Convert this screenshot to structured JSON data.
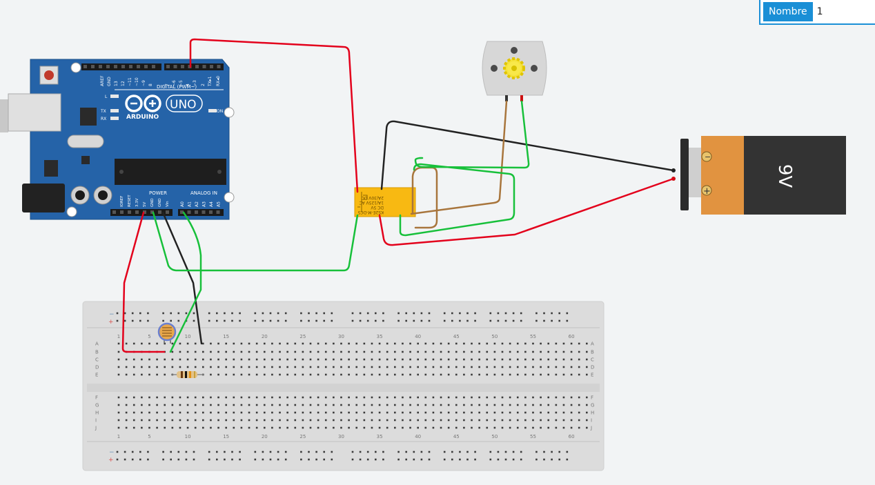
{
  "toolbar": {
    "name_label": "Nombre",
    "name_value": "1"
  },
  "arduino": {
    "brand": "ARDUINO",
    "model": "UNO",
    "digital_header": "DIGITAL (PWM~)",
    "power_header": "POWER",
    "analog_header": "ANALOG IN",
    "on_label": "ON",
    "led_labels": [
      "L",
      "TX",
      "RX"
    ],
    "digital_pins": [
      "AREF",
      "GND",
      "13",
      "12",
      "~11",
      "~10",
      "~9",
      "8",
      "7",
      "~6",
      "~5",
      "4",
      "~3",
      "2",
      "TX▸1",
      "RX◂0"
    ],
    "power_pins": [
      "IOREF",
      "RESET",
      "3.3V",
      "5V",
      "GND",
      "GND",
      "Vin"
    ],
    "analog_pins": [
      "A0",
      "A1",
      "A2",
      "A3",
      "A4",
      "A5"
    ]
  },
  "relay": {
    "lines": [
      "KS2E-M-DC5",
      "DC 5V",
      "1A/125V AC",
      "2A/30V DC"
    ]
  },
  "battery": {
    "label": "9V",
    "minus": "−",
    "plus": "+"
  },
  "breadboard": {
    "columns": [
      "1",
      "5",
      "10",
      "15",
      "20",
      "25",
      "30",
      "35",
      "40",
      "45",
      "50",
      "55",
      "60"
    ],
    "rows_top": [
      "A",
      "B",
      "C",
      "D",
      "E"
    ],
    "rows_bottom": [
      "F",
      "G",
      "H",
      "I",
      "J"
    ],
    "rail_minus": "−",
    "rail_plus": "+"
  },
  "colors": {
    "wire_red": "#e3001b",
    "wire_black": "#222222",
    "wire_green": "#17c03a",
    "wire_brown": "#a8753c",
    "arduino_blue": "#2563a8",
    "relay_yellow": "#f8b912",
    "battery_orange": "#e19340"
  }
}
